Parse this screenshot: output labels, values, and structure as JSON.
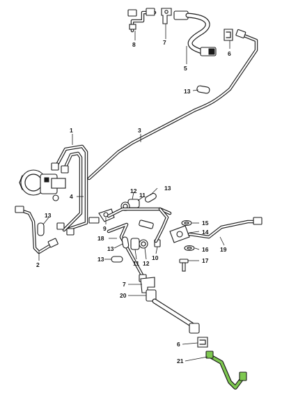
{
  "colors": {
    "line": "#1a1a1a",
    "background": "#ffffff",
    "highlight": "#7ec850"
  },
  "callouts": {
    "c1": "1",
    "c2": "2",
    "c3": "3",
    "c4": "4",
    "c5": "5",
    "c6_top": "6",
    "c6_bottom": "6",
    "c7_top": "7",
    "c7_bottom": "7",
    "c8": "8",
    "c9": "9",
    "c10": "10",
    "c11_top": "11",
    "c11_bottom": "11",
    "c12_top": "12",
    "c12_bottom": "12",
    "c13_top": "13",
    "c13_right": "13",
    "c13_left": "13",
    "c13_mid": "13",
    "c13_low": "13",
    "c14": "14",
    "c15": "15",
    "c16": "16",
    "c17": "17",
    "c18": "18",
    "c19": "19",
    "c20": "20",
    "c21": "21"
  },
  "highlighted_part": "21"
}
